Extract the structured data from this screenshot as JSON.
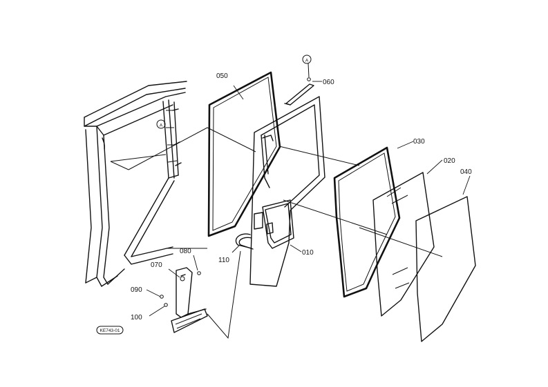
{
  "diagram": {
    "callouts": [
      {
        "id": "p050",
        "text": "050"
      },
      {
        "id": "p060",
        "text": "060"
      },
      {
        "id": "p030",
        "text": "030"
      },
      {
        "id": "p020",
        "text": "020"
      },
      {
        "id": "p040",
        "text": "040"
      },
      {
        "id": "p010",
        "text": "010"
      },
      {
        "id": "p110",
        "text": "110"
      },
      {
        "id": "p080",
        "text": "080"
      },
      {
        "id": "p070",
        "text": "070"
      },
      {
        "id": "p090",
        "text": "090"
      },
      {
        "id": "p100",
        "text": "100"
      }
    ],
    "ref_marker": "A",
    "drawing_code": "KE743-01"
  }
}
